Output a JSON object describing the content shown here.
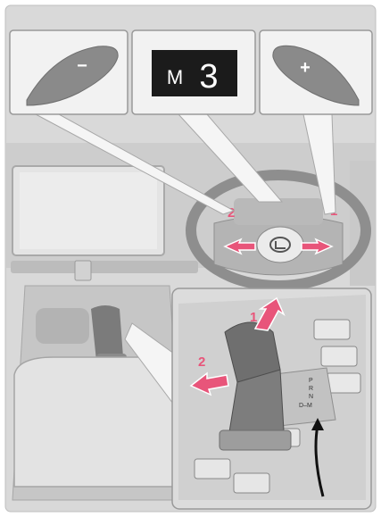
{
  "callouts": {
    "left_paddle_symbol": "−",
    "display_gear_letter": "M",
    "display_gear_number": "3",
    "right_paddle_symbol": "+"
  },
  "steering_labels": {
    "left_number": "2",
    "right_number": "1"
  },
  "shifter_labels": {
    "forward_number": "1",
    "left_number": "2"
  },
  "gate_labels": {
    "p": "P",
    "r": "R",
    "n": "N",
    "d": "D",
    "m": "M",
    "dm": "D–M"
  },
  "colors": {
    "arrow_accent": "#e8557a",
    "illustration_gray": "#bdbdbd",
    "panel_background": "#dadada",
    "callout_background": "#f2f2f2",
    "display_background": "#1b1b1b"
  }
}
